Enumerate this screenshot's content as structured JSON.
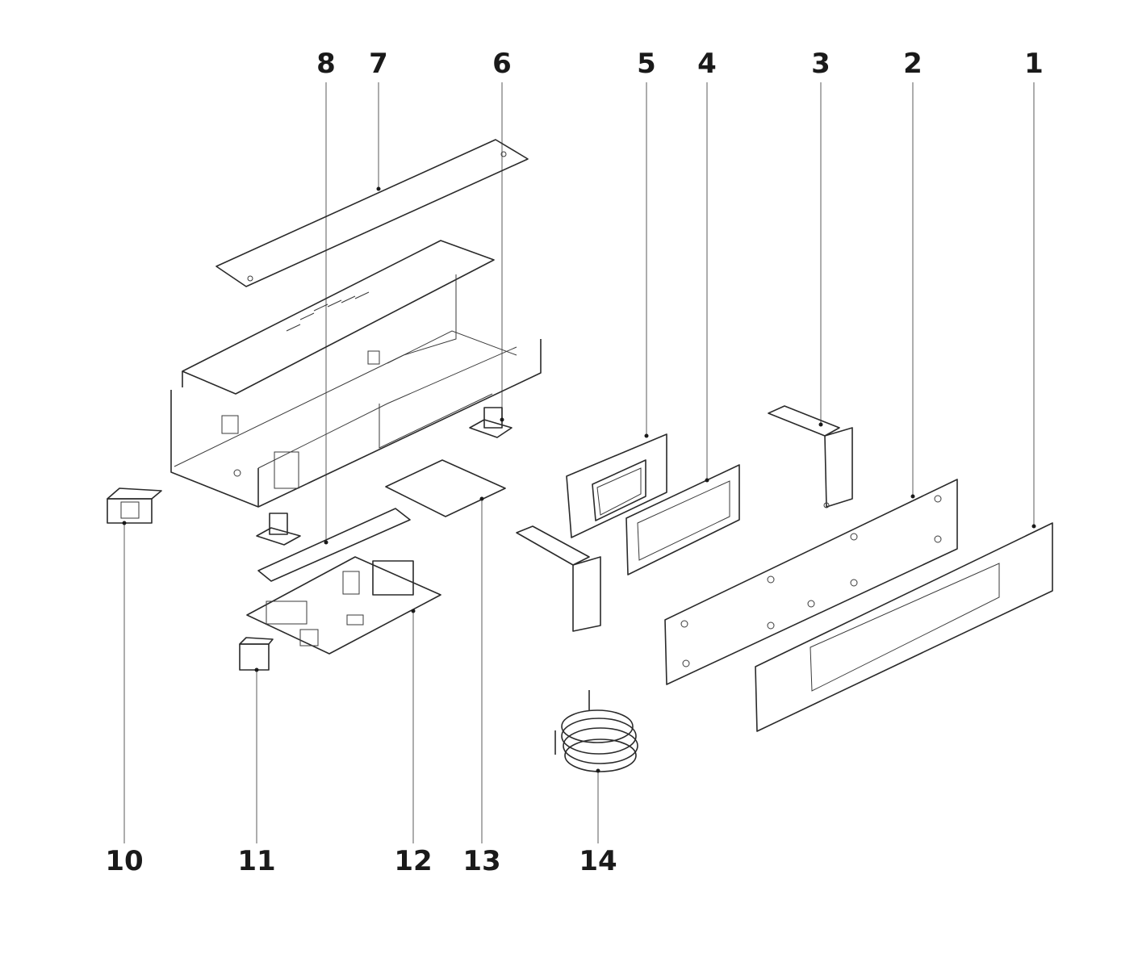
{
  "diagram": {
    "callouts_top": [
      "8",
      "7",
      "6",
      "5",
      "4",
      "3",
      "2",
      "1"
    ],
    "callouts_bottom": [
      "10",
      "11",
      "12",
      "13",
      "14"
    ]
  },
  "colors": {
    "line": "#2a2a2a",
    "leader": "#8a8a8a",
    "text": "#1a1a1a",
    "background": "#ffffff"
  }
}
